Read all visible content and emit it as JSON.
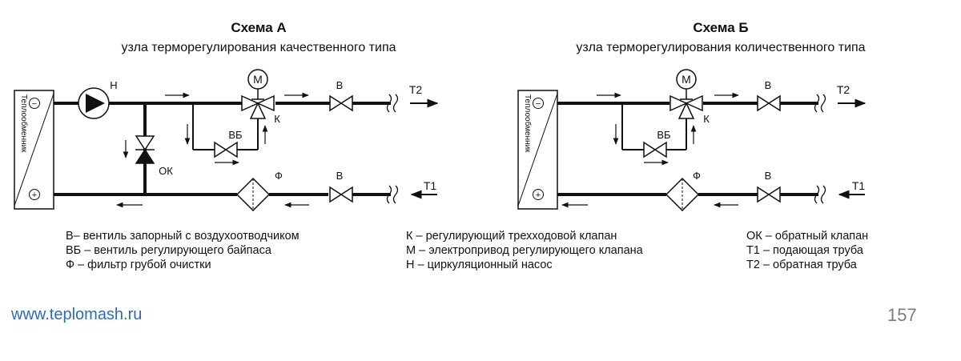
{
  "scheme_a": {
    "title": "Схема А",
    "subtitle": "узла терморегулирования качественного типа",
    "labels": {
      "heat_exchanger": "Теплообменник",
      "pump": "Н",
      "valve_top": "В",
      "valve_bottom": "В",
      "three_way": "К",
      "motor": "М",
      "bypass_valve": "ВБ",
      "check_valve": "ОК",
      "filter": "Ф",
      "supply": "Т2",
      "return": "Т1",
      "minus": "−",
      "plus": "+"
    }
  },
  "scheme_b": {
    "title": "Схема Б",
    "subtitle": "узла терморегулирования количественного типа",
    "labels": {
      "heat_exchanger": "Теплообменник",
      "valve_top": "В",
      "valve_bottom": "В",
      "three_way": "К",
      "motor": "М",
      "bypass_valve": "ВБ",
      "filter": "Ф",
      "supply": "Т2",
      "return": "Т1",
      "minus": "−",
      "plus": "+"
    }
  },
  "legend": {
    "col1": [
      "В– вентиль запорный с воздухоотводчиком",
      "ВБ – вентиль регулирующего байпаса",
      "Ф – фильтр грубой очистки"
    ],
    "col2": [
      "К – регулирующий трехходовой клапан",
      "М – электропривод регулирующего клапана",
      "Н – циркуляционный насос"
    ],
    "col3": [
      "ОК – обратный клапан",
      "Т1 – подающая труба",
      "Т2 – обратная труба"
    ]
  },
  "footer": {
    "url": "www.teplomash.ru",
    "page": "157"
  }
}
